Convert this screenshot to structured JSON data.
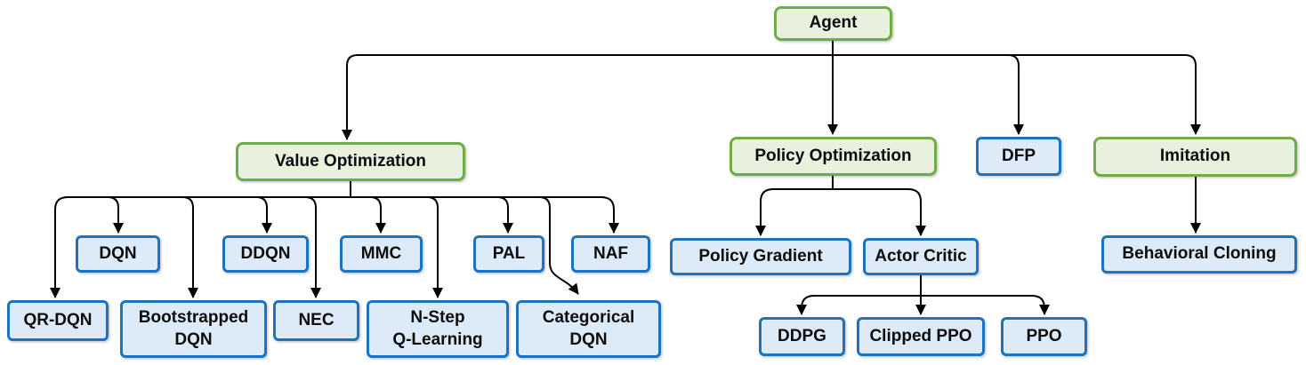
{
  "diagram": {
    "type": "tree",
    "root": "Agent",
    "nodes": {
      "agent": {
        "label": "Agent",
        "style": "green"
      },
      "value_optimization": {
        "label": "Value Optimization",
        "style": "green"
      },
      "policy_optimization": {
        "label": "Policy Optimization",
        "style": "green"
      },
      "dfp": {
        "label": "DFP",
        "style": "blue"
      },
      "imitation": {
        "label": "Imitation",
        "style": "green"
      },
      "dqn": {
        "label": "DQN",
        "style": "blue"
      },
      "ddqn": {
        "label": "DDQN",
        "style": "blue"
      },
      "mmc": {
        "label": "MMC",
        "style": "blue"
      },
      "pal": {
        "label": "PAL",
        "style": "blue"
      },
      "naf": {
        "label": "NAF",
        "style": "blue"
      },
      "qr_dqn": {
        "label": "QR-DQN",
        "style": "blue"
      },
      "bootstrapped_dqn": {
        "label": "Bootstrapped\nDQN",
        "style": "blue"
      },
      "nec": {
        "label": "NEC",
        "style": "blue"
      },
      "n_step_q_learning": {
        "label": "N-Step\nQ-Learning",
        "style": "blue"
      },
      "categorical_dqn": {
        "label": "Categorical\nDQN",
        "style": "blue"
      },
      "policy_gradient": {
        "label": "Policy Gradient",
        "style": "blue"
      },
      "actor_critic": {
        "label": "Actor Critic",
        "style": "blue"
      },
      "ddpg": {
        "label": "DDPG",
        "style": "blue"
      },
      "clipped_ppo": {
        "label": "Clipped PPO",
        "style": "blue"
      },
      "ppo": {
        "label": "PPO",
        "style": "blue"
      },
      "behavioral_cloning": {
        "label": "Behavioral Cloning",
        "style": "blue"
      }
    },
    "edges": [
      {
        "from": "Agent",
        "to": "Value Optimization"
      },
      {
        "from": "Agent",
        "to": "Policy Optimization"
      },
      {
        "from": "Agent",
        "to": "DFP"
      },
      {
        "from": "Agent",
        "to": "Imitation"
      },
      {
        "from": "Value Optimization",
        "to": "DQN"
      },
      {
        "from": "Value Optimization",
        "to": "DDQN"
      },
      {
        "from": "Value Optimization",
        "to": "MMC"
      },
      {
        "from": "Value Optimization",
        "to": "PAL"
      },
      {
        "from": "Value Optimization",
        "to": "NAF"
      },
      {
        "from": "Value Optimization",
        "to": "QR-DQN"
      },
      {
        "from": "Value Optimization",
        "to": "Bootstrapped DQN"
      },
      {
        "from": "Value Optimization",
        "to": "NEC"
      },
      {
        "from": "Value Optimization",
        "to": "N-Step Q-Learning"
      },
      {
        "from": "Value Optimization",
        "to": "Categorical DQN"
      },
      {
        "from": "Policy Optimization",
        "to": "Policy Gradient"
      },
      {
        "from": "Policy Optimization",
        "to": "Actor Critic"
      },
      {
        "from": "Actor Critic",
        "to": "DDPG"
      },
      {
        "from": "Actor Critic",
        "to": "Clipped PPO"
      },
      {
        "from": "Actor Critic",
        "to": "PPO"
      },
      {
        "from": "Imitation",
        "to": "Behavioral Cloning"
      }
    ]
  },
  "colors": {
    "green_border": "#70AD47",
    "green_fill": "#E7F1DE",
    "blue_border": "#1E73C0",
    "blue_fill": "#DDEBF8",
    "line_color": "#000000"
  }
}
